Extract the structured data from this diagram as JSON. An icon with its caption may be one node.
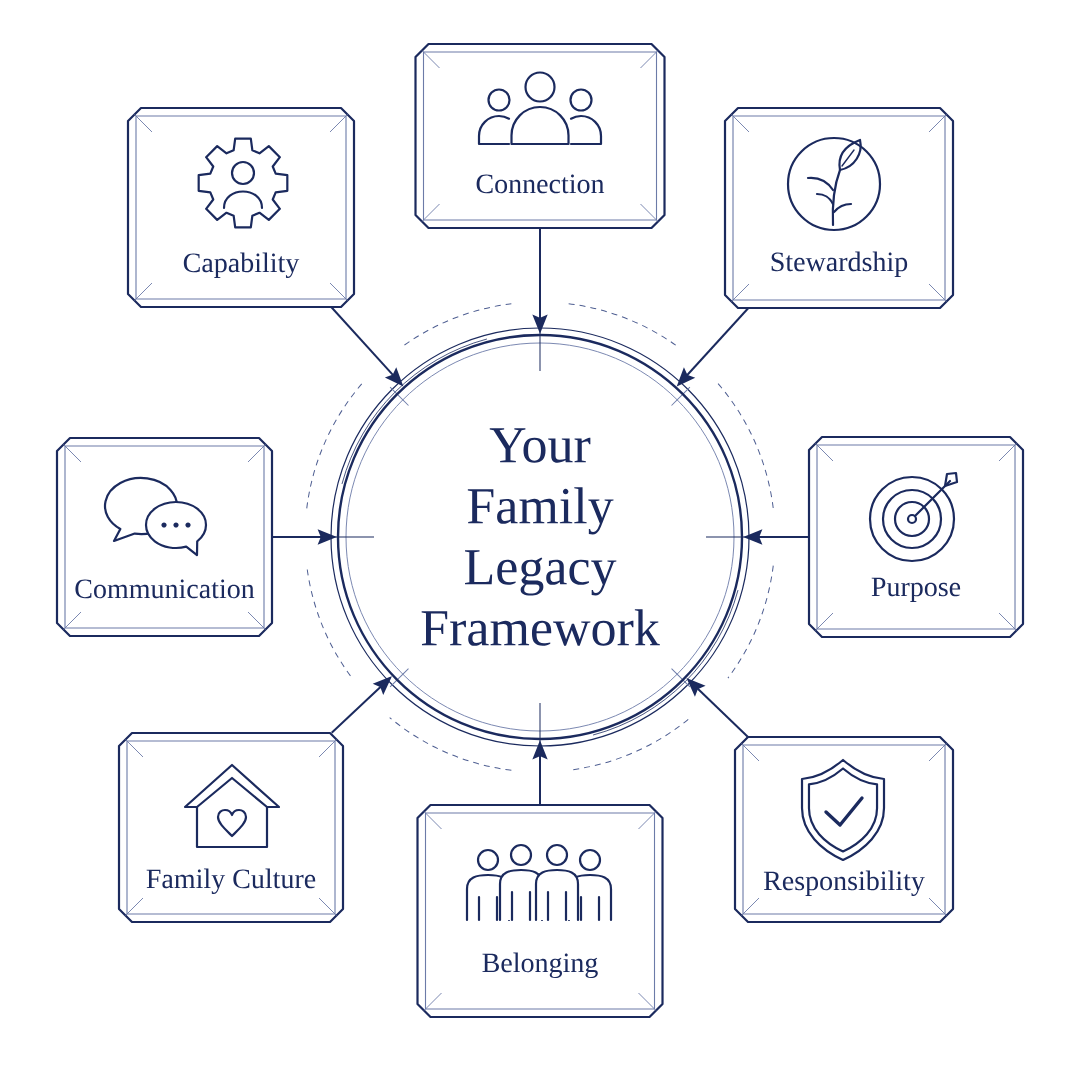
{
  "diagram": {
    "nodes": [
      {
        "text": [
          "Your Family Legacy Framework"
        ]
      },
      {
        "text": [
          "Capability"
        ]
      },
      {
        "text": [
          "Connection"
        ]
      },
      {
        "text": [
          "Stewardship"
        ]
      },
      {
        "text": [
          "Communication"
        ]
      },
      {
        "text": [
          "Purpose"
        ]
      },
      {
        "text": [
          "Family Culture"
        ]
      },
      {
        "text": [
          "Belonging"
        ]
      },
      {
        "text": [
          "Responsibility"
        ]
      }
    ],
    "edges": [
      {
        "from": 1,
        "to": 0,
        "arrow": "to"
      },
      {
        "from": 2,
        "to": 0,
        "arrow": "to"
      },
      {
        "from": 3,
        "to": 0,
        "arrow": "to"
      },
      {
        "from": 4,
        "to": 0,
        "arrow": "to"
      },
      {
        "from": 5,
        "to": 0,
        "arrow": "to"
      },
      {
        "from": 6,
        "to": 0,
        "arrow": "to"
      },
      {
        "from": 7,
        "to": 0,
        "arrow": "to"
      },
      {
        "from": 8,
        "to": 0,
        "arrow": "to"
      }
    ]
  }
}
